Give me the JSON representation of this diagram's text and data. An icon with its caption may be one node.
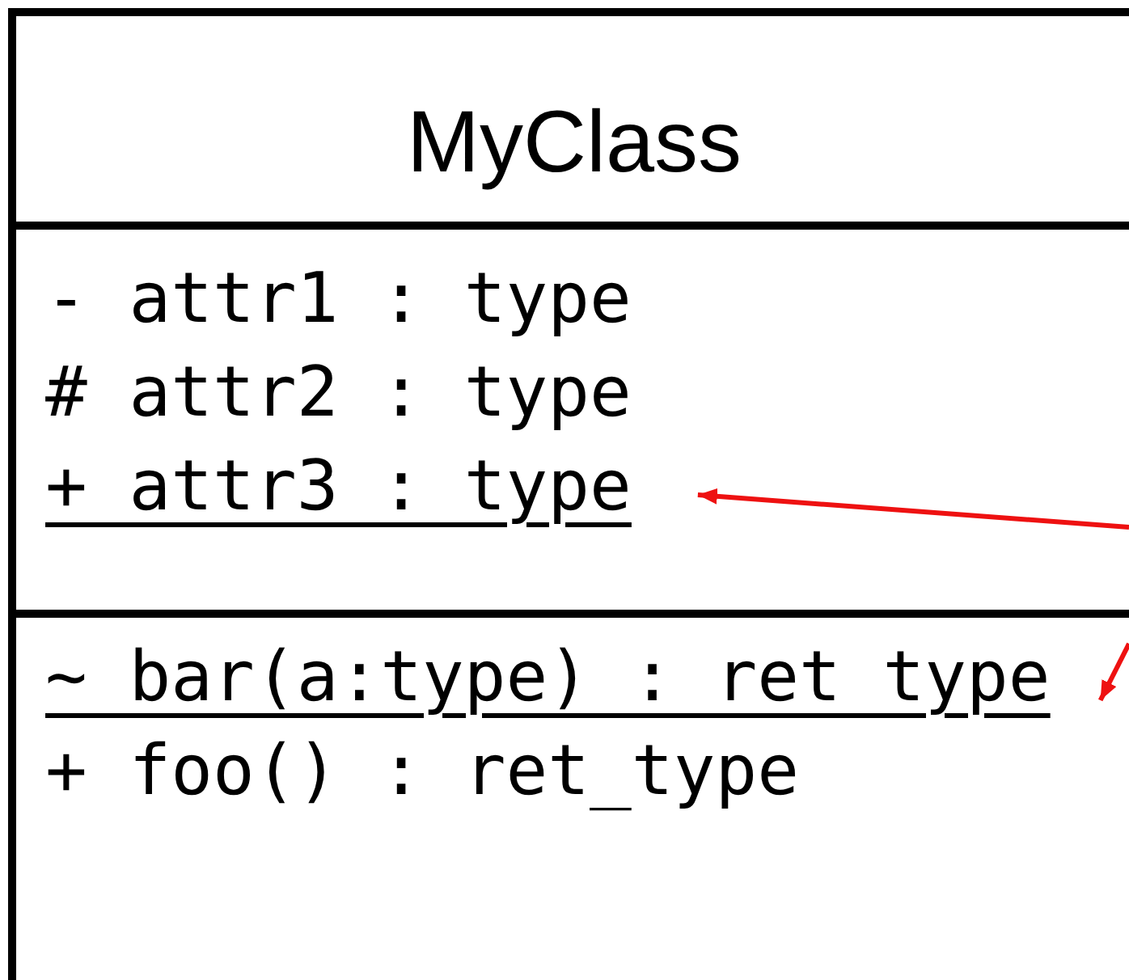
{
  "diagram": {
    "nodes": [
      {
        "text": [
          "MyClass"
        ]
      },
      {
        "text": [],
        "shape": "box",
        "in": 0
      },
      {
        "text": [
          "- attr1 : type"
        ],
        "in": 1
      },
      {
        "text": [
          "# attr2 : type"
        ],
        "in": 1
      },
      {
        "text": [
          "+ attr3 : type"
        ],
        "in": 1
      },
      {
        "text": [],
        "shape": "box",
        "in": 0
      },
      {
        "text": [
          "~ bar(a:type) : ret_type"
        ],
        "in": 5
      },
      {
        "text": [
          "+ foo() : ret_type"
        ],
        "in": 5
      }
    ],
    "edges": [
      {
        "from": null,
        "to": 4,
        "arrow": "to"
      },
      {
        "from": null,
        "to": 6,
        "arrow": "to"
      }
    ]
  }
}
